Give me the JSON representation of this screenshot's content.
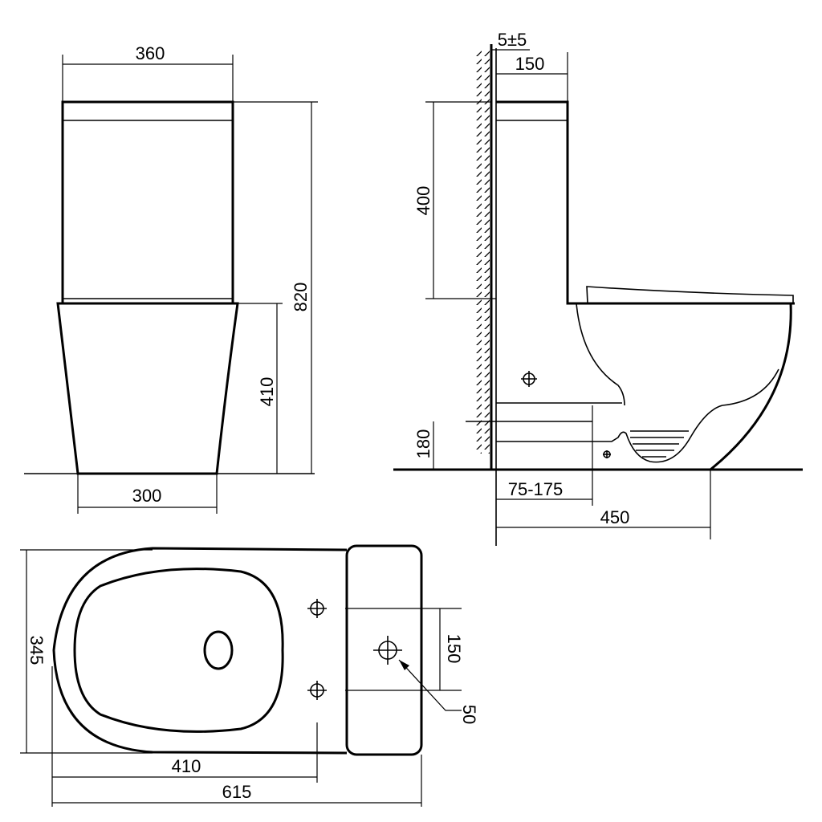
{
  "front_view": {
    "width_top": "360",
    "total_height": "820",
    "bowl_height": "410",
    "base_width": "300"
  },
  "side_view": {
    "wall_gap": "5±5",
    "tank_depth": "150",
    "tank_height": "400",
    "outlet_height": "180",
    "outlet_range": "75-175",
    "projection": "450"
  },
  "top_view": {
    "width": "345",
    "hole_spacing": "150",
    "hole_diameter": "50",
    "bolt_distance": "410",
    "total_length": "615"
  }
}
